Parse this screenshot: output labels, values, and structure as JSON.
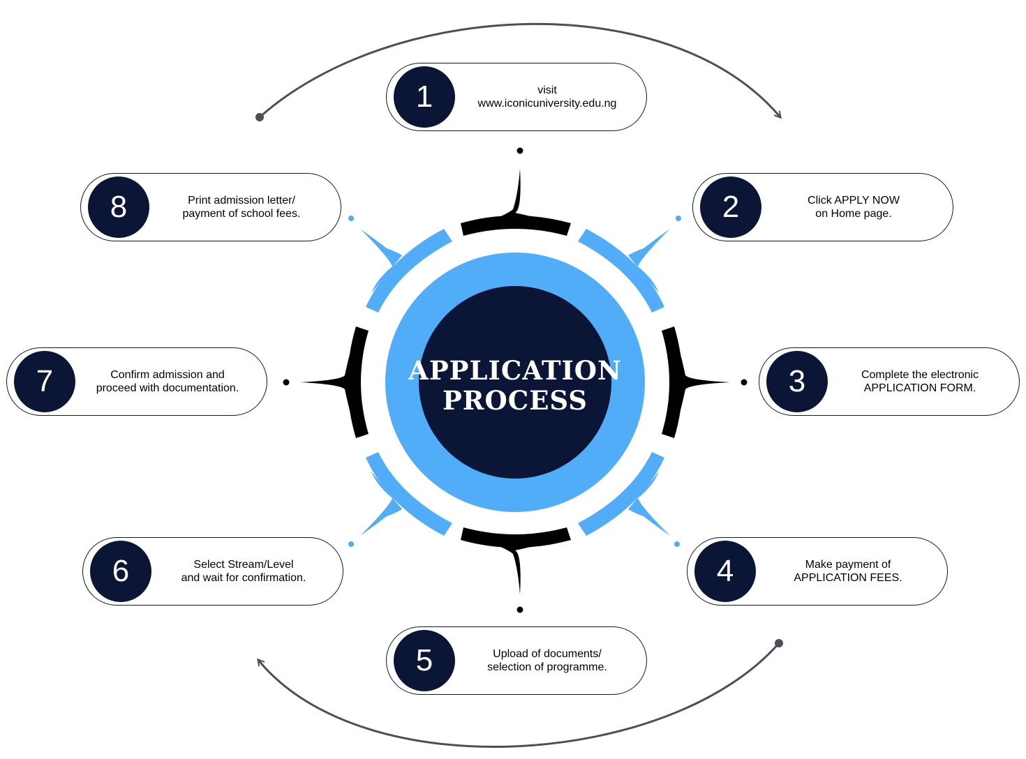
{
  "title": {
    "line1": "APPLICATION",
    "line2": "PROCESS"
  },
  "colors": {
    "navy": "#0b1535",
    "light_blue": "#52adf9",
    "black": "#000000",
    "arc_gray": "#4a4f5a"
  },
  "steps": [
    {
      "number": "1",
      "line1": "visit",
      "line2": "www.iconicuniversity.edu.ng"
    },
    {
      "number": "2",
      "line1": "Click APPLY NOW",
      "line2": "on Home page."
    },
    {
      "number": "3",
      "line1": "Complete the electronic",
      "line2": "APPLICATION FORM."
    },
    {
      "number": "4",
      "line1": "Make payment of",
      "line2": "APPLICATION FEES."
    },
    {
      "number": "5",
      "line1": "Upload of documents/",
      "line2": "selection of programme."
    },
    {
      "number": "6",
      "line1": "Select Stream/Level",
      "line2": "and wait for confirmation."
    },
    {
      "number": "7",
      "line1": "Confirm admission and",
      "line2": "proceed with documentation."
    },
    {
      "number": "8",
      "line1": "Print admission letter/",
      "line2": "payment of school fees."
    }
  ]
}
